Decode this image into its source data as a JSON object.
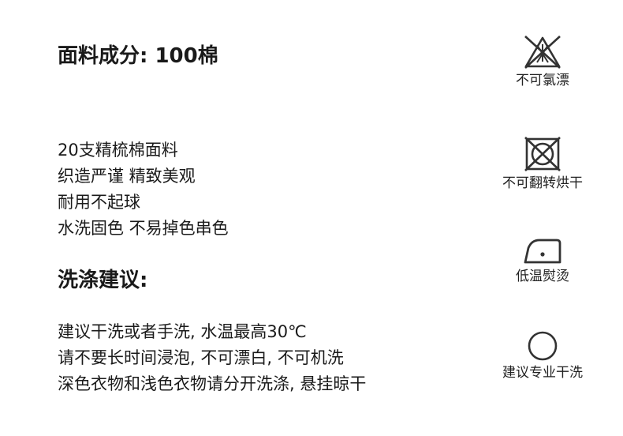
{
  "fabric": {
    "title": "面料成分: 100棉",
    "lines": [
      "20支精梳棉面料",
      "织造严谨 精致美观",
      "耐用不起球",
      "水洗固色 不易掉色串色"
    ]
  },
  "washing": {
    "title": "洗涤建议:",
    "lines": [
      "建议干洗或者手洗, 水温最高30℃",
      "请不要长时间浸泡, 不可漂白, 不可机洗",
      "深色衣物和浅色衣物请分开洗涤, 悬挂晾干"
    ]
  },
  "care_symbols": [
    {
      "icon": "no-bleach-icon",
      "label": "不可氯漂"
    },
    {
      "icon": "no-tumble-dry-icon",
      "label": "不可翻转烘干"
    },
    {
      "icon": "low-iron-icon",
      "label": "低温熨烫"
    },
    {
      "icon": "dry-clean-icon",
      "label": "建议专业干洗"
    }
  ]
}
